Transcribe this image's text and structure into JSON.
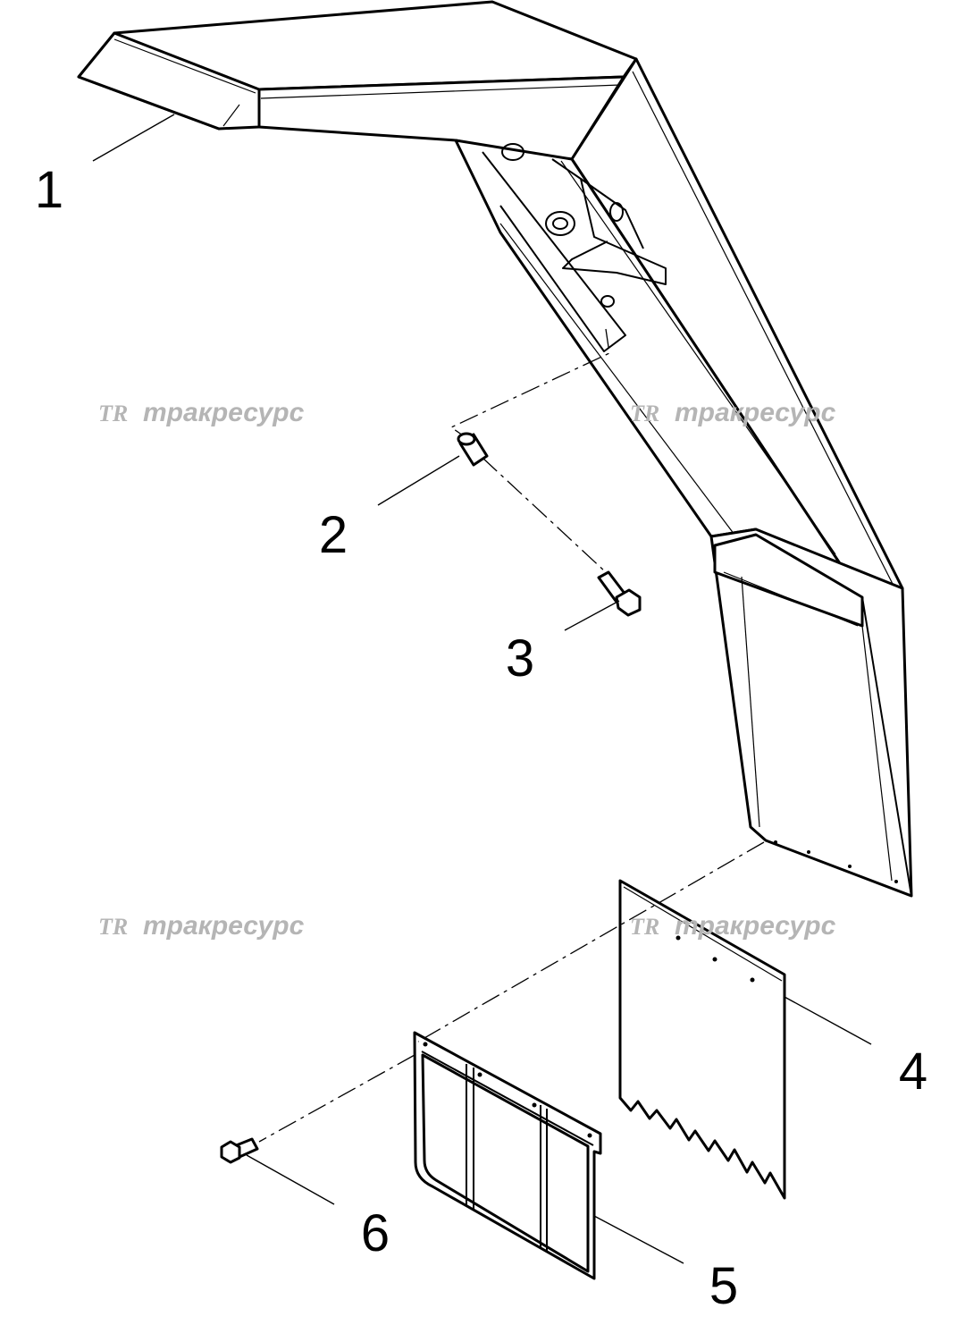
{
  "callouts": {
    "c1": "1",
    "c2": "2",
    "c3": "3",
    "c4": "4",
    "c5": "5",
    "c6": "6"
  },
  "watermark": {
    "logo": "TR",
    "text": "тракресурс"
  },
  "colors": {
    "line": "#000000",
    "watermark": "#b5b5b5",
    "background": "#ffffff"
  }
}
